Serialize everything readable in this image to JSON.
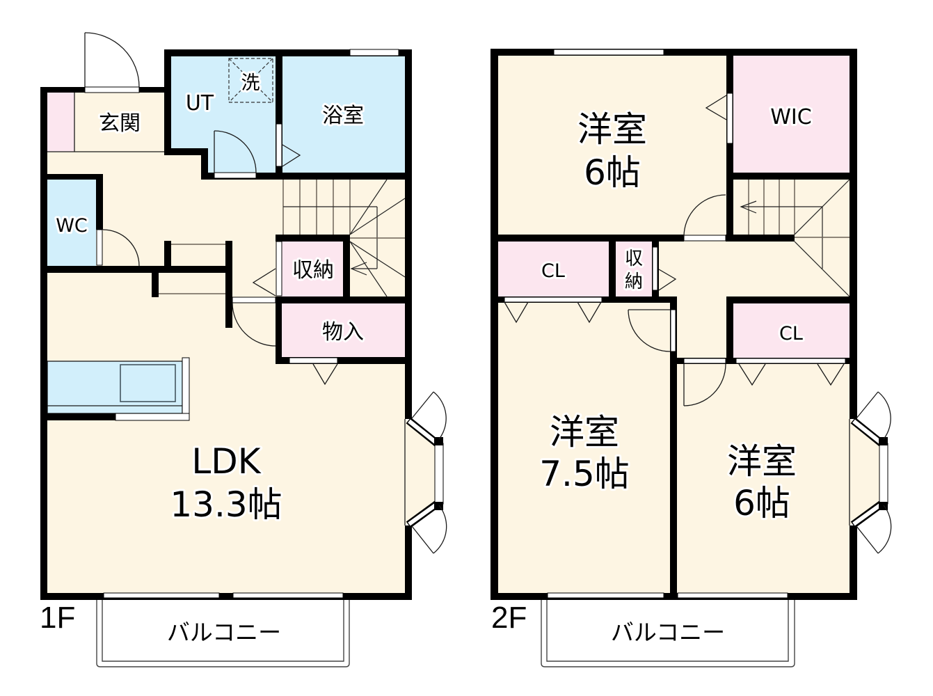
{
  "colors": {
    "floor": "#fdf5e3",
    "water_area": "#d2effb",
    "storage": "#fce6ef",
    "wall": "#000000",
    "window": "#ffffff"
  },
  "floor1": {
    "label": "1F",
    "balcony_label": "バルコニー",
    "rooms": {
      "genkan": {
        "name": "玄関"
      },
      "utility": {
        "name": "UT"
      },
      "washer": {
        "name": "洗"
      },
      "bath": {
        "name": "浴室"
      },
      "toilet": {
        "name": "WC"
      },
      "storage": {
        "name": "収納"
      },
      "closet": {
        "name": "物入"
      },
      "ldk": {
        "name": "LDK",
        "size": "13.3帖"
      }
    }
  },
  "floor2": {
    "label": "2F",
    "balcony_label": "バルコニー",
    "rooms": {
      "western_north": {
        "name": "洋室",
        "size": "6帖"
      },
      "wic": {
        "name": "WIC"
      },
      "closet_left": {
        "name": "CL"
      },
      "storage": {
        "name_line1": "収",
        "name_line2": "納"
      },
      "closet_right": {
        "name": "CL"
      },
      "western_southwest": {
        "name": "洋室",
        "size": "7.5帖"
      },
      "western_southeast": {
        "name": "洋室",
        "size": "6帖"
      }
    }
  }
}
